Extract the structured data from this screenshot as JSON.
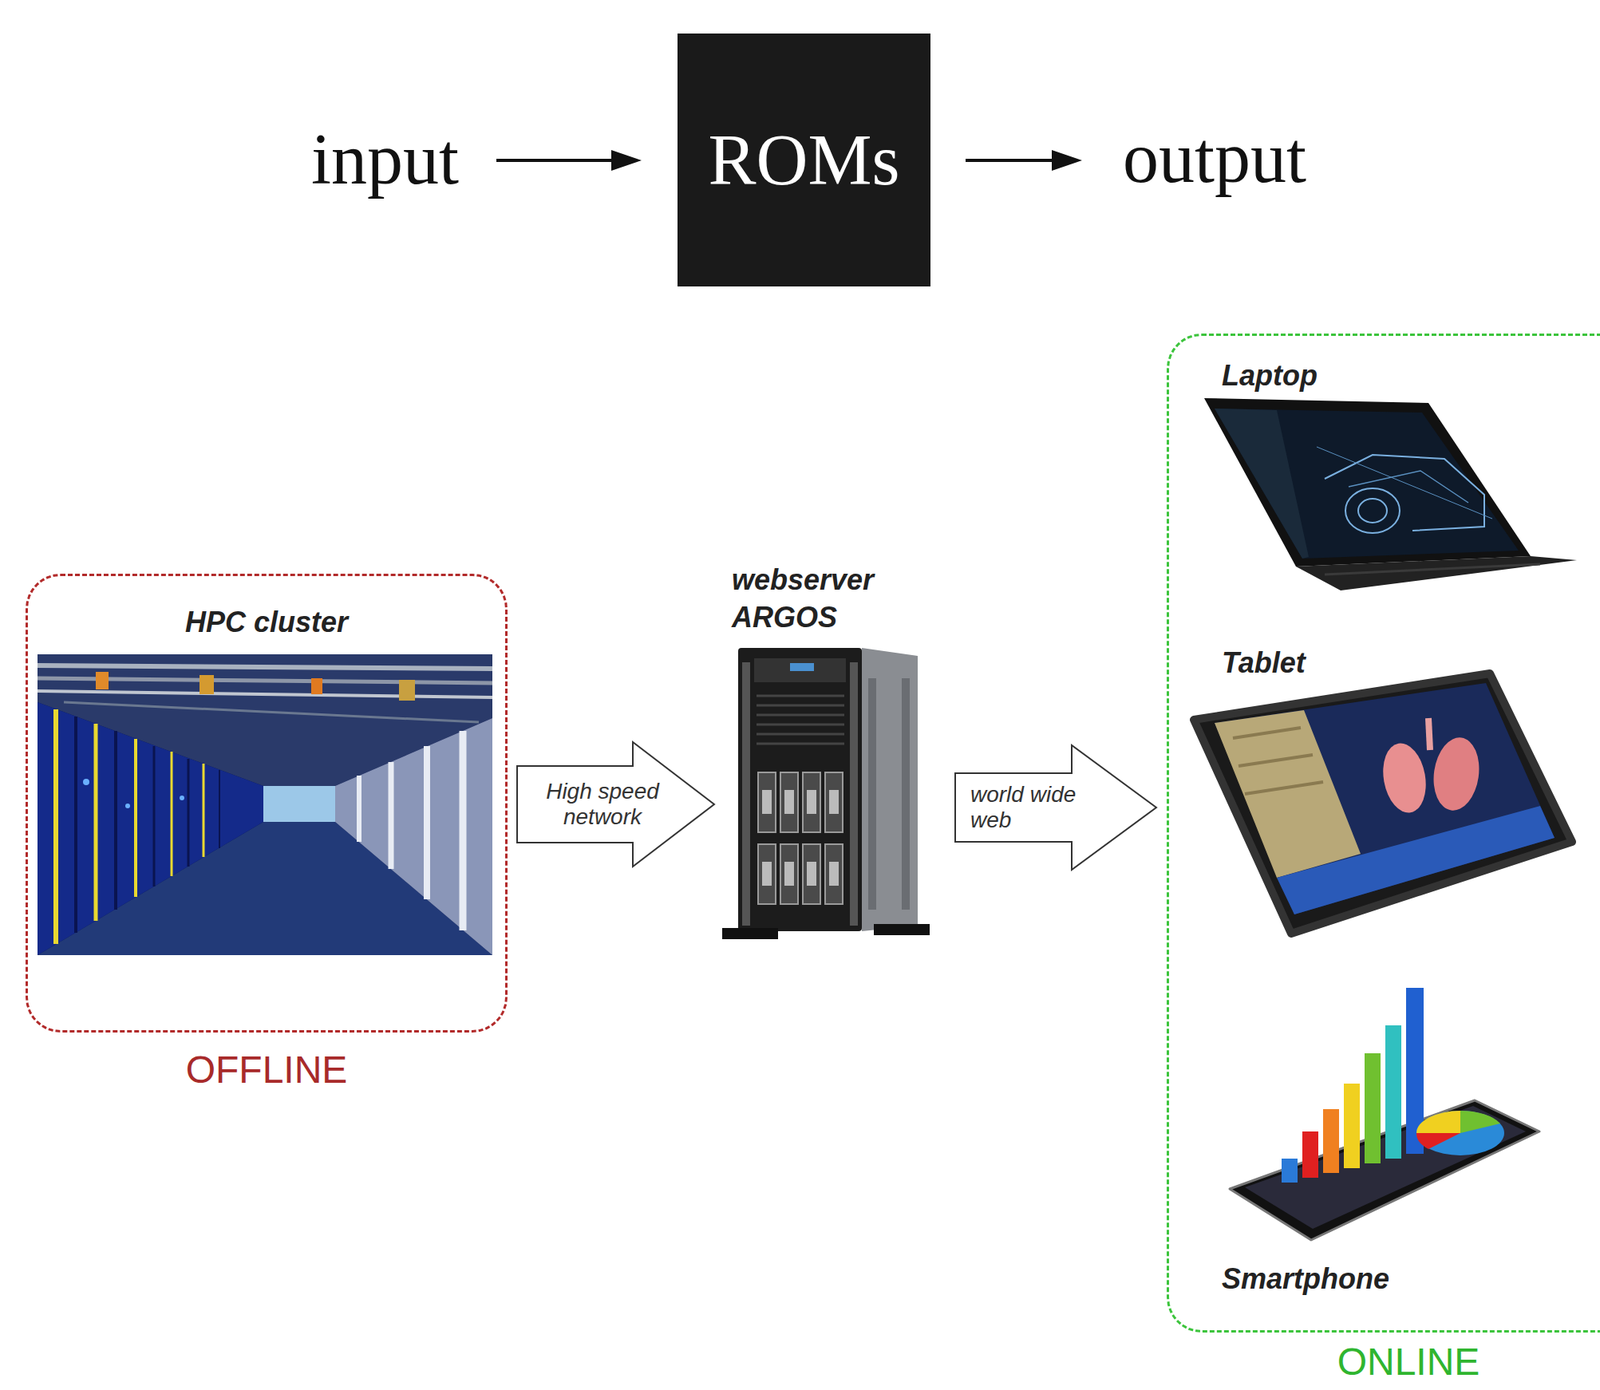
{
  "diagram": {
    "nodes": [
      {
        "text": [
          "input"
        ]
      },
      {
        "text": [
          "ROMs"
        ]
      },
      {
        "text": [
          "output"
        ]
      },
      {
        "text": [
          "HPC cluster",
          "OFFLINE"
        ]
      },
      {
        "text": [
          "webserver ARGOS"
        ]
      },
      {
        "text": [
          "ONLINE"
        ]
      },
      {
        "text": [
          "Laptop"
        ],
        "in": 5
      },
      {
        "text": [
          "Tablet"
        ],
        "in": 5
      },
      {
        "text": [
          "Smartphone"
        ],
        "in": 5
      }
    ],
    "edges": [
      {
        "from": 0,
        "to": 1,
        "arrow": "to"
      },
      {
        "from": 1,
        "to": 2,
        "arrow": "to"
      },
      {
        "from": 3,
        "to": 4,
        "label": "High speed network",
        "arrow": "to"
      },
      {
        "from": 4,
        "to": 5,
        "label": "world wide web",
        "arrow": "to"
      }
    ]
  }
}
